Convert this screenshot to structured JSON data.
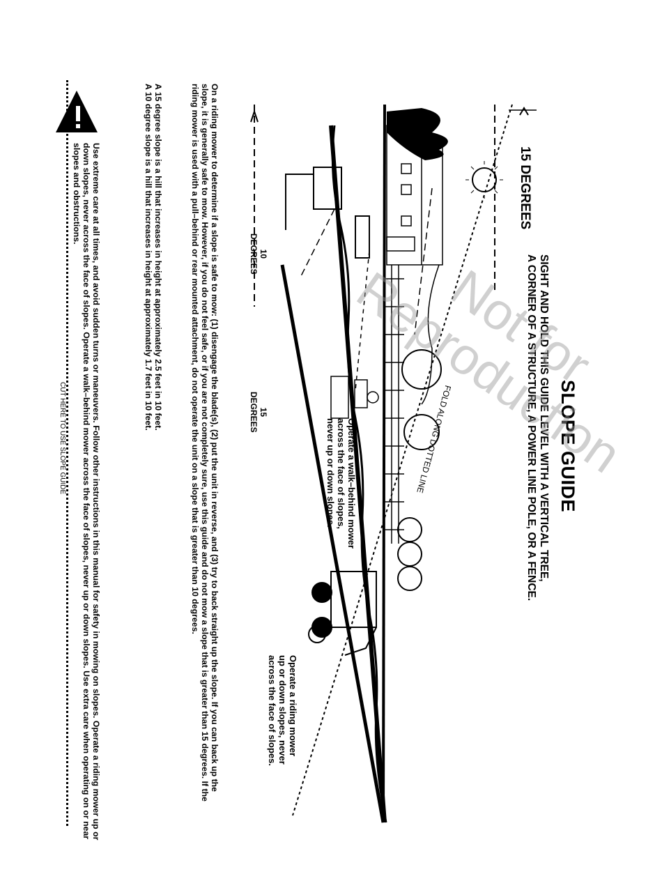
{
  "title": "SLOPE GUIDE",
  "subtitle_line1": "SIGHT AND HOLD THIS GUIDE LEVEL WITH A VERTICAL TREE,",
  "subtitle_line2": "A CORNER OF A STRUCTURE, A POWER LINE POLE, OR A FENCE.",
  "angle_label_top": "15 DEGREES",
  "fold_label": "FOLD ALONG DOTTED LINE",
  "walk_caption": [
    "Operate a walk–behind mower",
    "across the face of slopes,",
    "never up or down slopes."
  ],
  "ride_caption": [
    "Operate a riding mower",
    "up or down slopes, never",
    "across the face of slopes."
  ],
  "slope_10": [
    "10",
    "DEGREES"
  ],
  "slope_15": [
    "15",
    "DEGREES"
  ],
  "paragraph_1": "On a riding mower to determine if a slope is safe to mow: (1) disengage the blade(s), (2) put the unit in reverse, and (3) try to back straight up the slope. If you can back up the slope, it is generally safe to mow. However, if you do not feel safe, or if you are not completely sure, use this guide and do not mow a slope that is greater than 15 degrees. If the riding mower is used with a pull–behind or rear mounted attachment, do not operate the unit on a slope that is greater than 10 degrees.",
  "paragraph_2a": "A 15 degree slope is a hill that increases in height at approximately 2.5 feet in 10 feet.",
  "paragraph_2b": "A 10 degree slope is a hill that increases in height at approximately 1.7 feet in 10 feet.",
  "warning_text": "Use extreme care at all times, and avoid sudden turns or maneuvers. Follow other instructions in this manual for safety in mowing on slopes. Operate a riding mower up or down slopes, never across the face of slopes. Operate a walk–behind mower across the face of slopes, never up or down slopes. Use extra care when operating on or near slopes and obstructions.",
  "cut_label": "CUT HERE TO USE SLOPE GUIDE",
  "watermark": [
    "Not for",
    "Reproduction"
  ]
}
